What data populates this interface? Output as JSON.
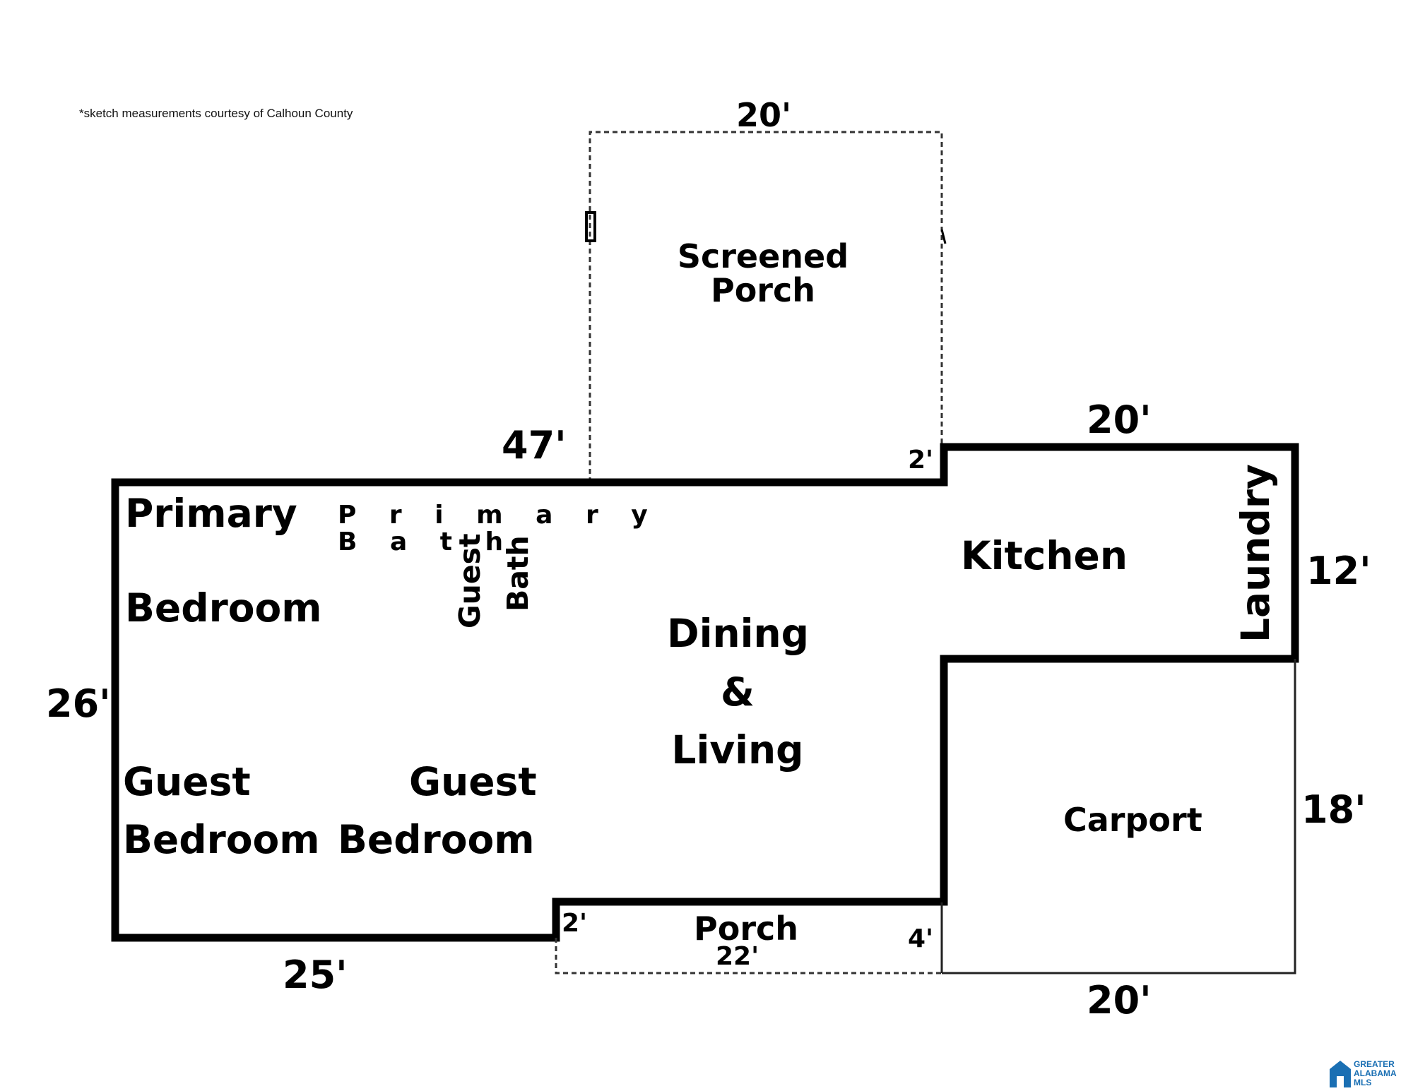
{
  "note": "*sketch measurements courtesy of Calhoun County",
  "rooms": {
    "primary_bedroom": [
      "Primary",
      "Bedroom"
    ],
    "primary_bath": [
      "P r i m a r y",
      "B a t h"
    ],
    "guest_bath": [
      "Guest",
      "Bath"
    ],
    "guest_bedroom_1": [
      "Guest",
      "Bedroom"
    ],
    "guest_bedroom_2": [
      "Guest",
      "Bedroom"
    ],
    "dining_living": [
      "Dining",
      "&",
      "Living"
    ],
    "kitchen": "Kitchen",
    "laundry": "Laundry",
    "screened_porch": [
      "Screened",
      "Porch"
    ],
    "carport": "Carport",
    "porch": "Porch"
  },
  "dimensions": {
    "screened_porch_top": "20'",
    "overall_top": "47'",
    "kitchen_top": "20'",
    "step_top": "2'",
    "kitchen_right": "12'",
    "overall_left": "26'",
    "carport_right": "18'",
    "bottom_left": "25'",
    "porch_left_step": "2'",
    "porch_length": "22'",
    "porch_right_step": "4'",
    "carport_bottom": "20'"
  },
  "logo": {
    "lines": [
      "GREATER",
      "ALABAMA",
      "MLS"
    ],
    "icon": "house-icon",
    "color": "#1a6fb3"
  }
}
